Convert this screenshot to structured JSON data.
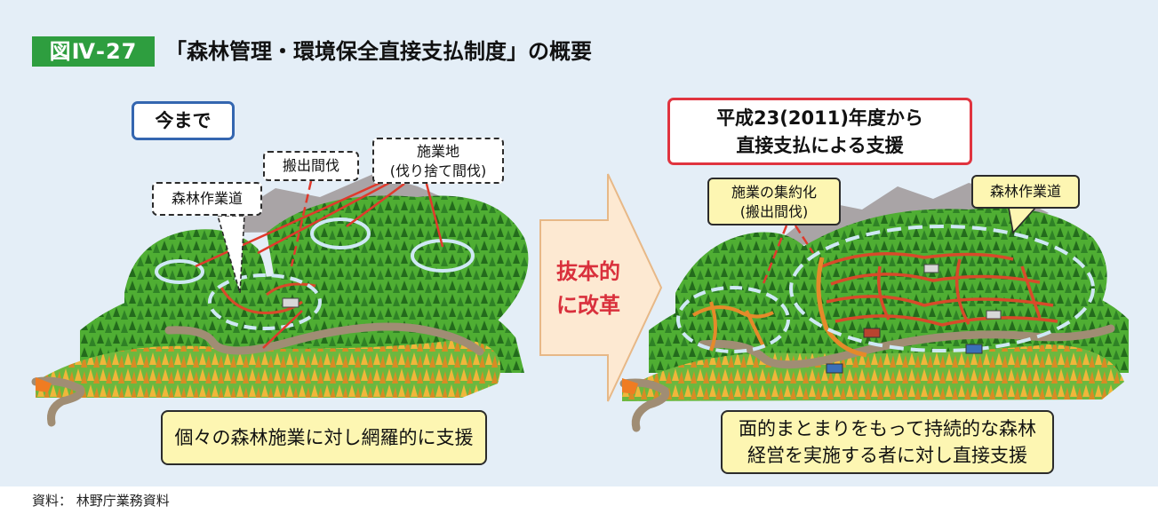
{
  "figure": {
    "number": "図Ⅳ-27",
    "title": "「森林管理・環境保全直接支払制度」の概要"
  },
  "left": {
    "heading": "今まで",
    "callouts": {
      "hanshutsu": "搬出間伐",
      "sekyo_line1": "施業地",
      "sekyo_line2": "(伐り捨て間伐)",
      "sagyodo": "森林作業道"
    },
    "summary": "個々の森林施業に対し網羅的に支援"
  },
  "arrow": {
    "line1": "抜本的",
    "line2": "に改革"
  },
  "right": {
    "heading_line1": "平成23(2011)年度から",
    "heading_line2": "直接支払による支援",
    "callouts": {
      "shuyaku_line1": "施業の集約化",
      "shuyaku_line2": "(搬出間伐)",
      "sagyodo": "森林作業道"
    },
    "summary_line1": "面的まとまりをもって持続的な森林",
    "summary_line2": "経営を実施する者に対し直接支援"
  },
  "source": "資料： 林野庁業務資料",
  "colors": {
    "background": "#e4eef7",
    "figure_label": "#2e9e3f",
    "before_border": "#3466b0",
    "after_border": "#e0343f",
    "summary_fill": "#fdf6b2",
    "arrow_fill": "#fde9d2",
    "arrow_text": "#d9303c",
    "forest_green": "#3f9a2c",
    "road_red": "#d84a2a"
  }
}
